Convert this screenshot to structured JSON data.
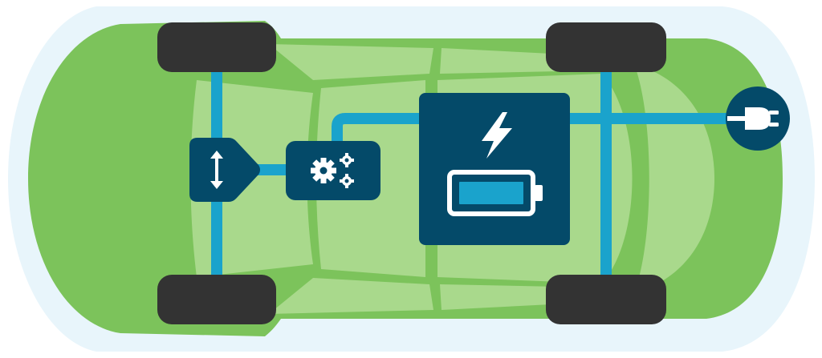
{
  "diagram": {
    "components": [
      {
        "id": "charging-port",
        "icon": "plug-icon"
      },
      {
        "id": "battery-pack",
        "icons": [
          "lightning-bolt-icon",
          "battery-icon"
        ],
        "charge_level": 0.82
      },
      {
        "id": "power-electronics",
        "icon": "gears-icon"
      },
      {
        "id": "electric-motor",
        "icon": "up-down-arrow-icon"
      }
    ],
    "wheels": 4
  },
  "colors": {
    "car_body": "#7cc35b",
    "car_cabin": "#a9d98c",
    "car_outline": "#e8f5fb",
    "component_fill": "#044a69",
    "power_line": "#1aa3cc",
    "wheel": "#333333",
    "icon": "#ffffff"
  }
}
